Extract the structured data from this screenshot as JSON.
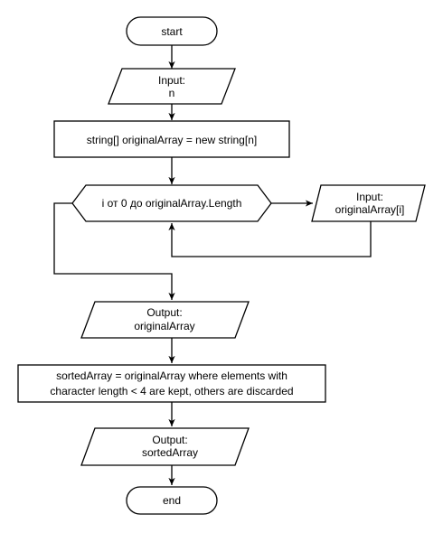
{
  "nodes": {
    "start": {
      "text": "start"
    },
    "input_n": {
      "line1": "Input:",
      "line2": "n"
    },
    "init_array": {
      "text": "string[] originalArray = new string[n]"
    },
    "loop": {
      "text": "i от 0 до originalArray.Length"
    },
    "input_elem": {
      "line1": "Input:",
      "line2": "originalArray[i]"
    },
    "output_original": {
      "line1": "Output:",
      "line2": "originalArray"
    },
    "filter": {
      "line1": "sortedArray = originalArray where elements with",
      "line2": "character length < 4 are kept, others are discarded"
    },
    "output_sorted": {
      "line1": "Output:",
      "line2": "sortedArray"
    },
    "end": {
      "text": "end"
    }
  },
  "colors": {
    "stroke": "#000000",
    "fill": "#ffffff",
    "text": "#000000"
  }
}
